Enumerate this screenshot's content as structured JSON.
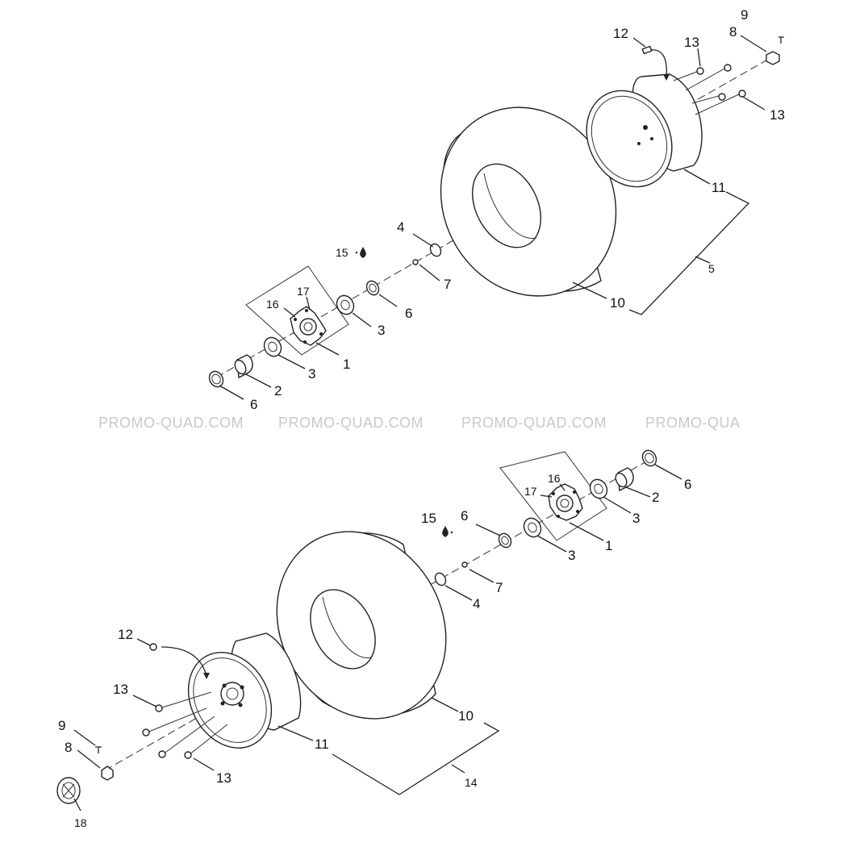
{
  "watermark": {
    "texts": [
      "PROMO-QUAD.COM",
      "PROMO-QUAD.COM",
      "PROMO-QUAD.COM",
      "PROMO-QUA"
    ]
  },
  "top_assembly": {
    "labels": {
      "p1": "1",
      "p2": "2",
      "p3a": "3",
      "p3b": "3",
      "p4": "4",
      "p5": "5",
      "p6a": "6",
      "p6b": "6",
      "p7": "7",
      "p8": "8",
      "p9": "9",
      "p10": "10",
      "p11": "11",
      "p12": "12",
      "p13a": "13",
      "p13b": "13",
      "p15": "15",
      "p16": "16",
      "p17": "17"
    }
  },
  "bottom_assembly": {
    "labels": {
      "p1": "1",
      "p2": "2",
      "p3a": "3",
      "p3b": "3",
      "p4": "4",
      "p6a": "6",
      "p6b": "6",
      "p7": "7",
      "p8": "8",
      "p9": "9",
      "p10": "10",
      "p11": "11",
      "p12": "12",
      "p13a": "13",
      "p13b": "13",
      "p14": "14",
      "p15": "15",
      "p16": "16",
      "p17": "17",
      "p18": "18"
    }
  }
}
